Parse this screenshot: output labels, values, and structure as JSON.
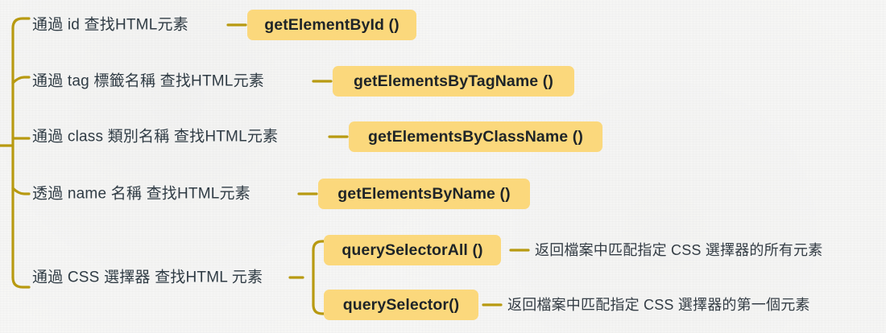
{
  "diagram": {
    "title": "JavaScript HTML DOM element selection methods mind map",
    "colors": {
      "background": "#f6f6f5",
      "connector": "#b89a11",
      "badge_fill": "#fbd87c",
      "badge_text": "#1e2428",
      "topic_text": "#2f3b44",
      "note_text": "#333c44"
    },
    "branches": [
      {
        "id": "by-id",
        "topic": "通過 id 查找HTML元素",
        "method": "getElementById ()",
        "notes": []
      },
      {
        "id": "by-tag",
        "topic": "通過 tag 標籤名稱 查找HTML元素",
        "method": "getElementsByTagName ()",
        "notes": []
      },
      {
        "id": "by-class",
        "topic": "通過 class 類別名稱 查找HTML元素",
        "method": "getElementsByClassName ()",
        "notes": []
      },
      {
        "id": "by-name",
        "topic": "透過 name 名稱 查找HTML元素",
        "method": "getElementsByName ()",
        "notes": []
      },
      {
        "id": "by-css-selector",
        "topic": "通過 CSS 選擇器 查找HTML 元素",
        "method": null,
        "children": [
          {
            "id": "query-selector-all",
            "method": "querySelectorAll ()",
            "note": "返回檔案中匹配指定 CSS 選擇器的所有元素"
          },
          {
            "id": "query-selector",
            "method": "querySelector()",
            "note": "返回檔案中匹配指定 CSS 選擇器的第一個元素"
          }
        ]
      }
    ]
  }
}
